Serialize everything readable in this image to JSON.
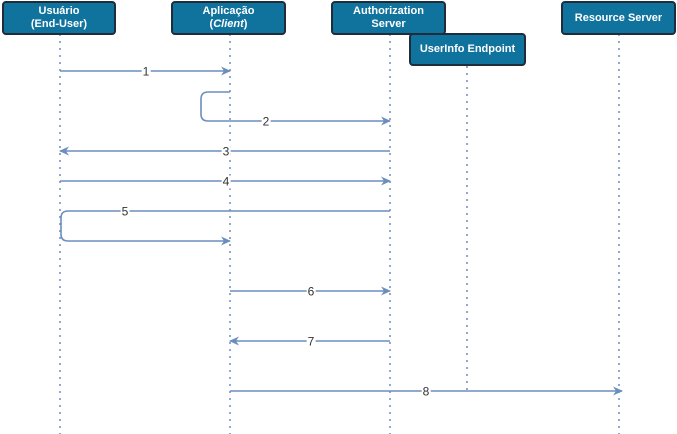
{
  "diagram": {
    "actors": [
      {
        "id": "user",
        "lines": [
          "Usuário",
          "(End-User)"
        ]
      },
      {
        "id": "app",
        "line1_prefix": "Aplicação",
        "line2_open": "(",
        "line2_italic": "Client",
        "line2_close": ")"
      },
      {
        "id": "auth",
        "lines": [
          "Authorization",
          "Server"
        ]
      },
      {
        "id": "userinfo",
        "lines": [
          "UserInfo Endpoint"
        ]
      },
      {
        "id": "resource",
        "lines": [
          "Resource Server"
        ]
      }
    ],
    "messages": [
      {
        "label": "1"
      },
      {
        "label": "2"
      },
      {
        "label": "3"
      },
      {
        "label": "4"
      },
      {
        "label": "5"
      },
      {
        "label": "6"
      },
      {
        "label": "7"
      },
      {
        "label": "8"
      }
    ],
    "colors": {
      "actor_fill": "#10739E",
      "actor_border": "#1f2d3a",
      "lifeline": "#6c8ebf",
      "arrow": "#6c8ebf",
      "label_text": "#333333"
    }
  }
}
